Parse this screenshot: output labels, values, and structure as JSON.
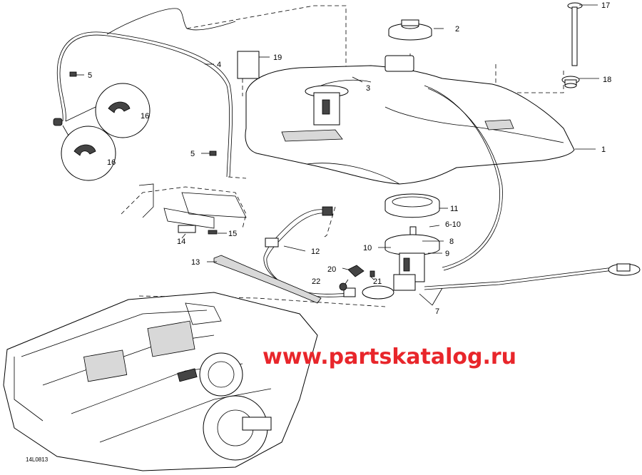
{
  "callouts": {
    "c1": "1",
    "c2": "2",
    "c3": "3",
    "c4": "4",
    "c5a": "5",
    "c5b": "5",
    "c6_10": "6-10",
    "c7": "7",
    "c8": "8",
    "c9": "9",
    "c10": "10",
    "c11": "11",
    "c12": "12",
    "c13": "13",
    "c14": "14",
    "c15": "15",
    "c16a": "16",
    "c16b": "16",
    "c17": "17",
    "c18": "18",
    "c19": "19",
    "c20": "20",
    "c21": "21",
    "c22": "22"
  },
  "watermark": "www.partskatalog.ru",
  "diagram_code": "14L0813",
  "colors": {
    "watermark": "#e8262b",
    "line": "#000000",
    "background": "#ffffff"
  }
}
